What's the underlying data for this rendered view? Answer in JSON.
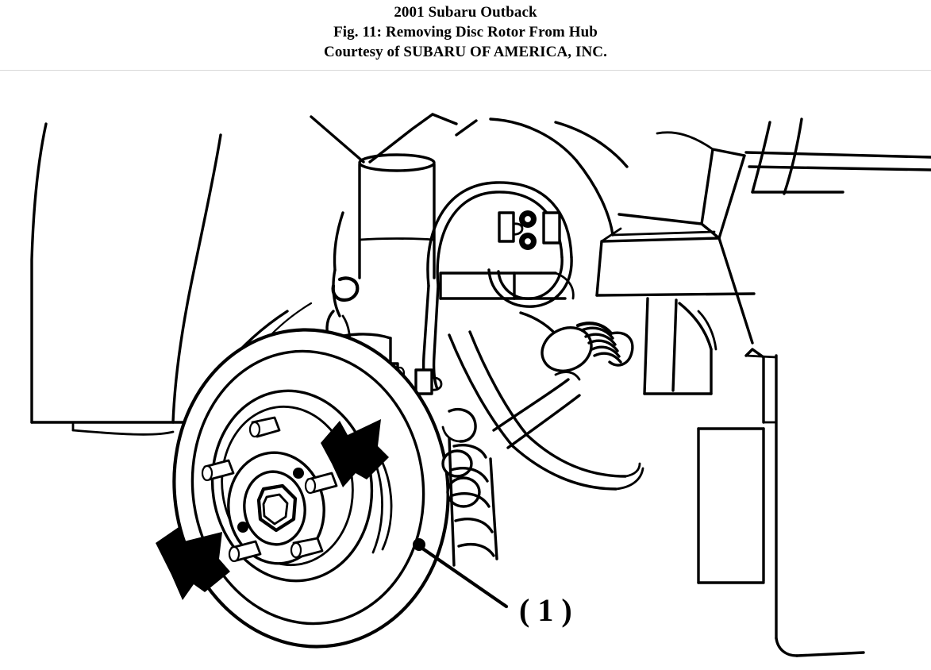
{
  "header": {
    "vehicle": "2001 Subaru Outback",
    "figure": "Fig. 11: Removing Disc Rotor From Hub",
    "courtesy": "Courtesy of SUBARU OF AMERICA, INC."
  },
  "figure": {
    "type": "line-art technical illustration",
    "subject": "Front suspension and brake disc rotor assembly",
    "callouts": [
      {
        "id": "1",
        "label": "( 1 )",
        "refers_to": "disc-rotor"
      }
    ],
    "arrows": [
      {
        "name": "removal-arrow-upper",
        "direction": "down-left",
        "meaning": "pull rotor off hub"
      },
      {
        "name": "removal-arrow-lower",
        "direction": "left",
        "meaning": "pull rotor off hub"
      }
    ],
    "components": [
      "fender-panel",
      "strut-assembly",
      "brake-hose",
      "brake-hose-bracket",
      "steering-knuckle",
      "brake-caliper-bracket",
      "disc-rotor",
      "wheel-hub",
      "wheel-studs",
      "axle-nut",
      "cv-joint-boot",
      "tie-rod",
      "lower-control-arm",
      "subframe-crossmember",
      "body-side-panel"
    ],
    "wheel_studs_count": 5,
    "rotor_rings": 5
  },
  "colors": {
    "ink": "#000000",
    "background": "#ffffff",
    "rule": "#d8d8d8"
  }
}
